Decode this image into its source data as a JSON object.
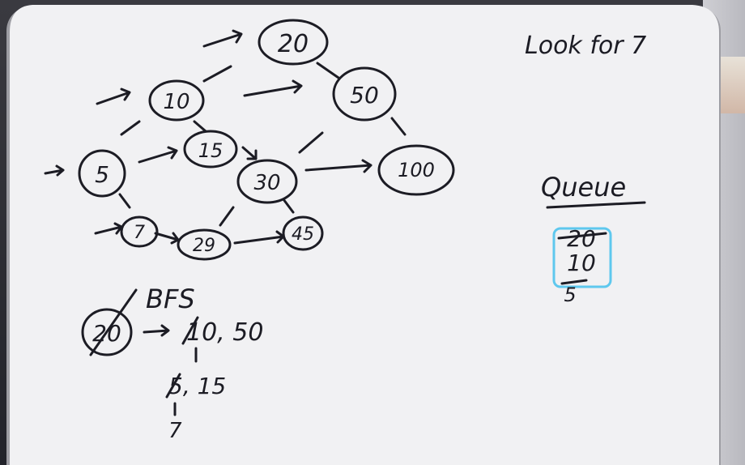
{
  "whiteboard": {
    "goal_note": "Look for 7",
    "tree_nodes": [
      "20",
      "10",
      "50",
      "5",
      "15",
      "30",
      "100",
      "7",
      "29",
      "45"
    ],
    "bfs_heading": "BFS",
    "bfs_root": "20",
    "bfs_level_1": "10, 50",
    "bfs_level_2": "5, 15",
    "bfs_level_3": "7",
    "queue_heading": "Queue",
    "queue_items": [
      "20",
      "10",
      "5"
    ]
  },
  "colors": {
    "board": "#f1f1f3",
    "ink": "#1c1c24",
    "highlight": "#5ec8ee"
  }
}
